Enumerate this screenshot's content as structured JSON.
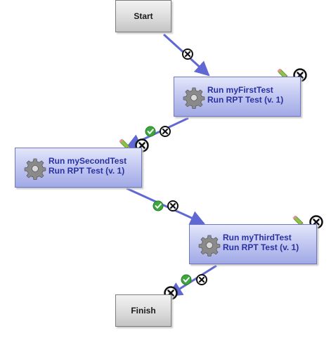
{
  "nodes": {
    "start": {
      "label": "Start"
    },
    "finish": {
      "label": "Finish"
    },
    "tasks": [
      {
        "name": "Run myFirstTest",
        "detail": "Run RPT Test (v. 1)"
      },
      {
        "name": "Run mySecondTest",
        "detail": "Run RPT Test (v. 1)"
      },
      {
        "name": "Run myThirdTest",
        "detail": "Run RPT Test (v. 1)"
      }
    ]
  },
  "icons": {
    "gear": "gear-icon",
    "edit": "pencil-edit-icon",
    "delete": "close-circle-icon",
    "success": "check-circle-icon"
  },
  "colors": {
    "connector": "#6068d3",
    "task_text": "#2a31a0",
    "success": "#3ea63e",
    "delete": "#111111"
  }
}
